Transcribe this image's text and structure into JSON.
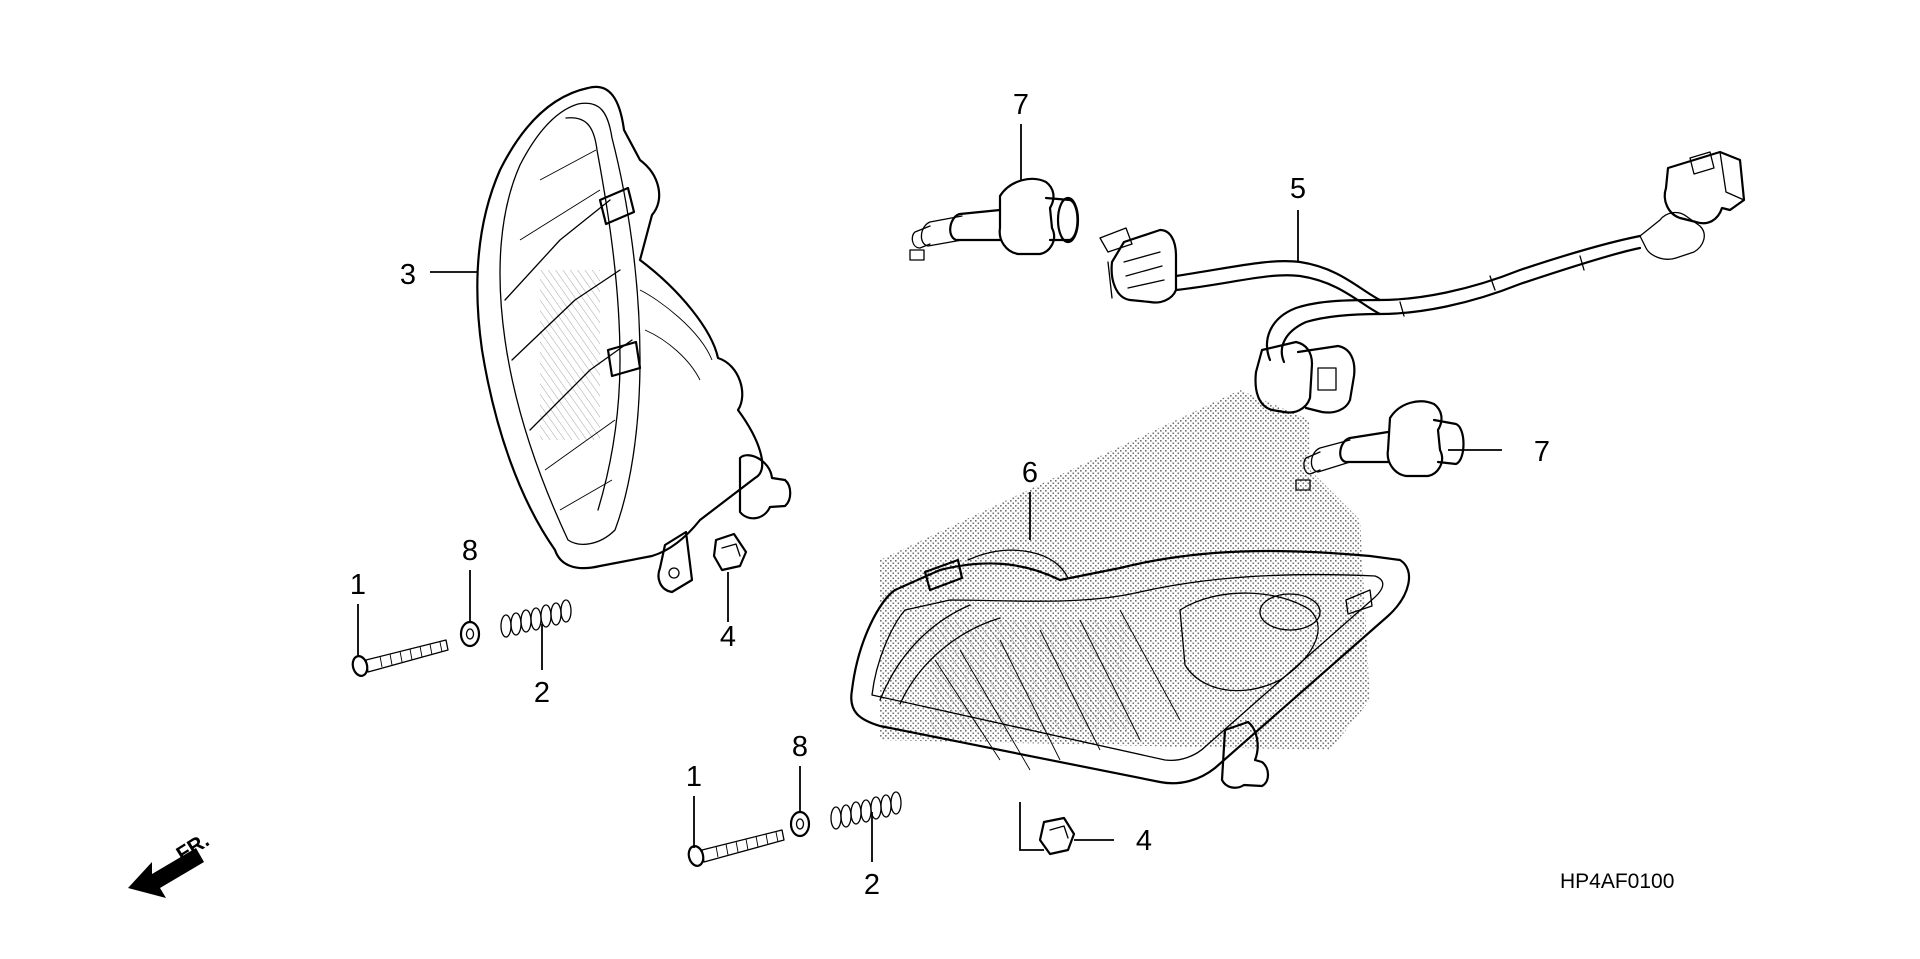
{
  "diagram": {
    "figure_code": "HP4AF0100",
    "direction_label": "FR.",
    "callouts": [
      {
        "label": "7"
      },
      {
        "label": "5"
      },
      {
        "label": "3"
      },
      {
        "label": "7"
      },
      {
        "label": "6"
      },
      {
        "label": "8"
      },
      {
        "label": "1"
      },
      {
        "label": "4"
      },
      {
        "label": "2"
      },
      {
        "label": "8"
      },
      {
        "label": "1"
      },
      {
        "label": "4"
      },
      {
        "label": "2"
      }
    ]
  }
}
